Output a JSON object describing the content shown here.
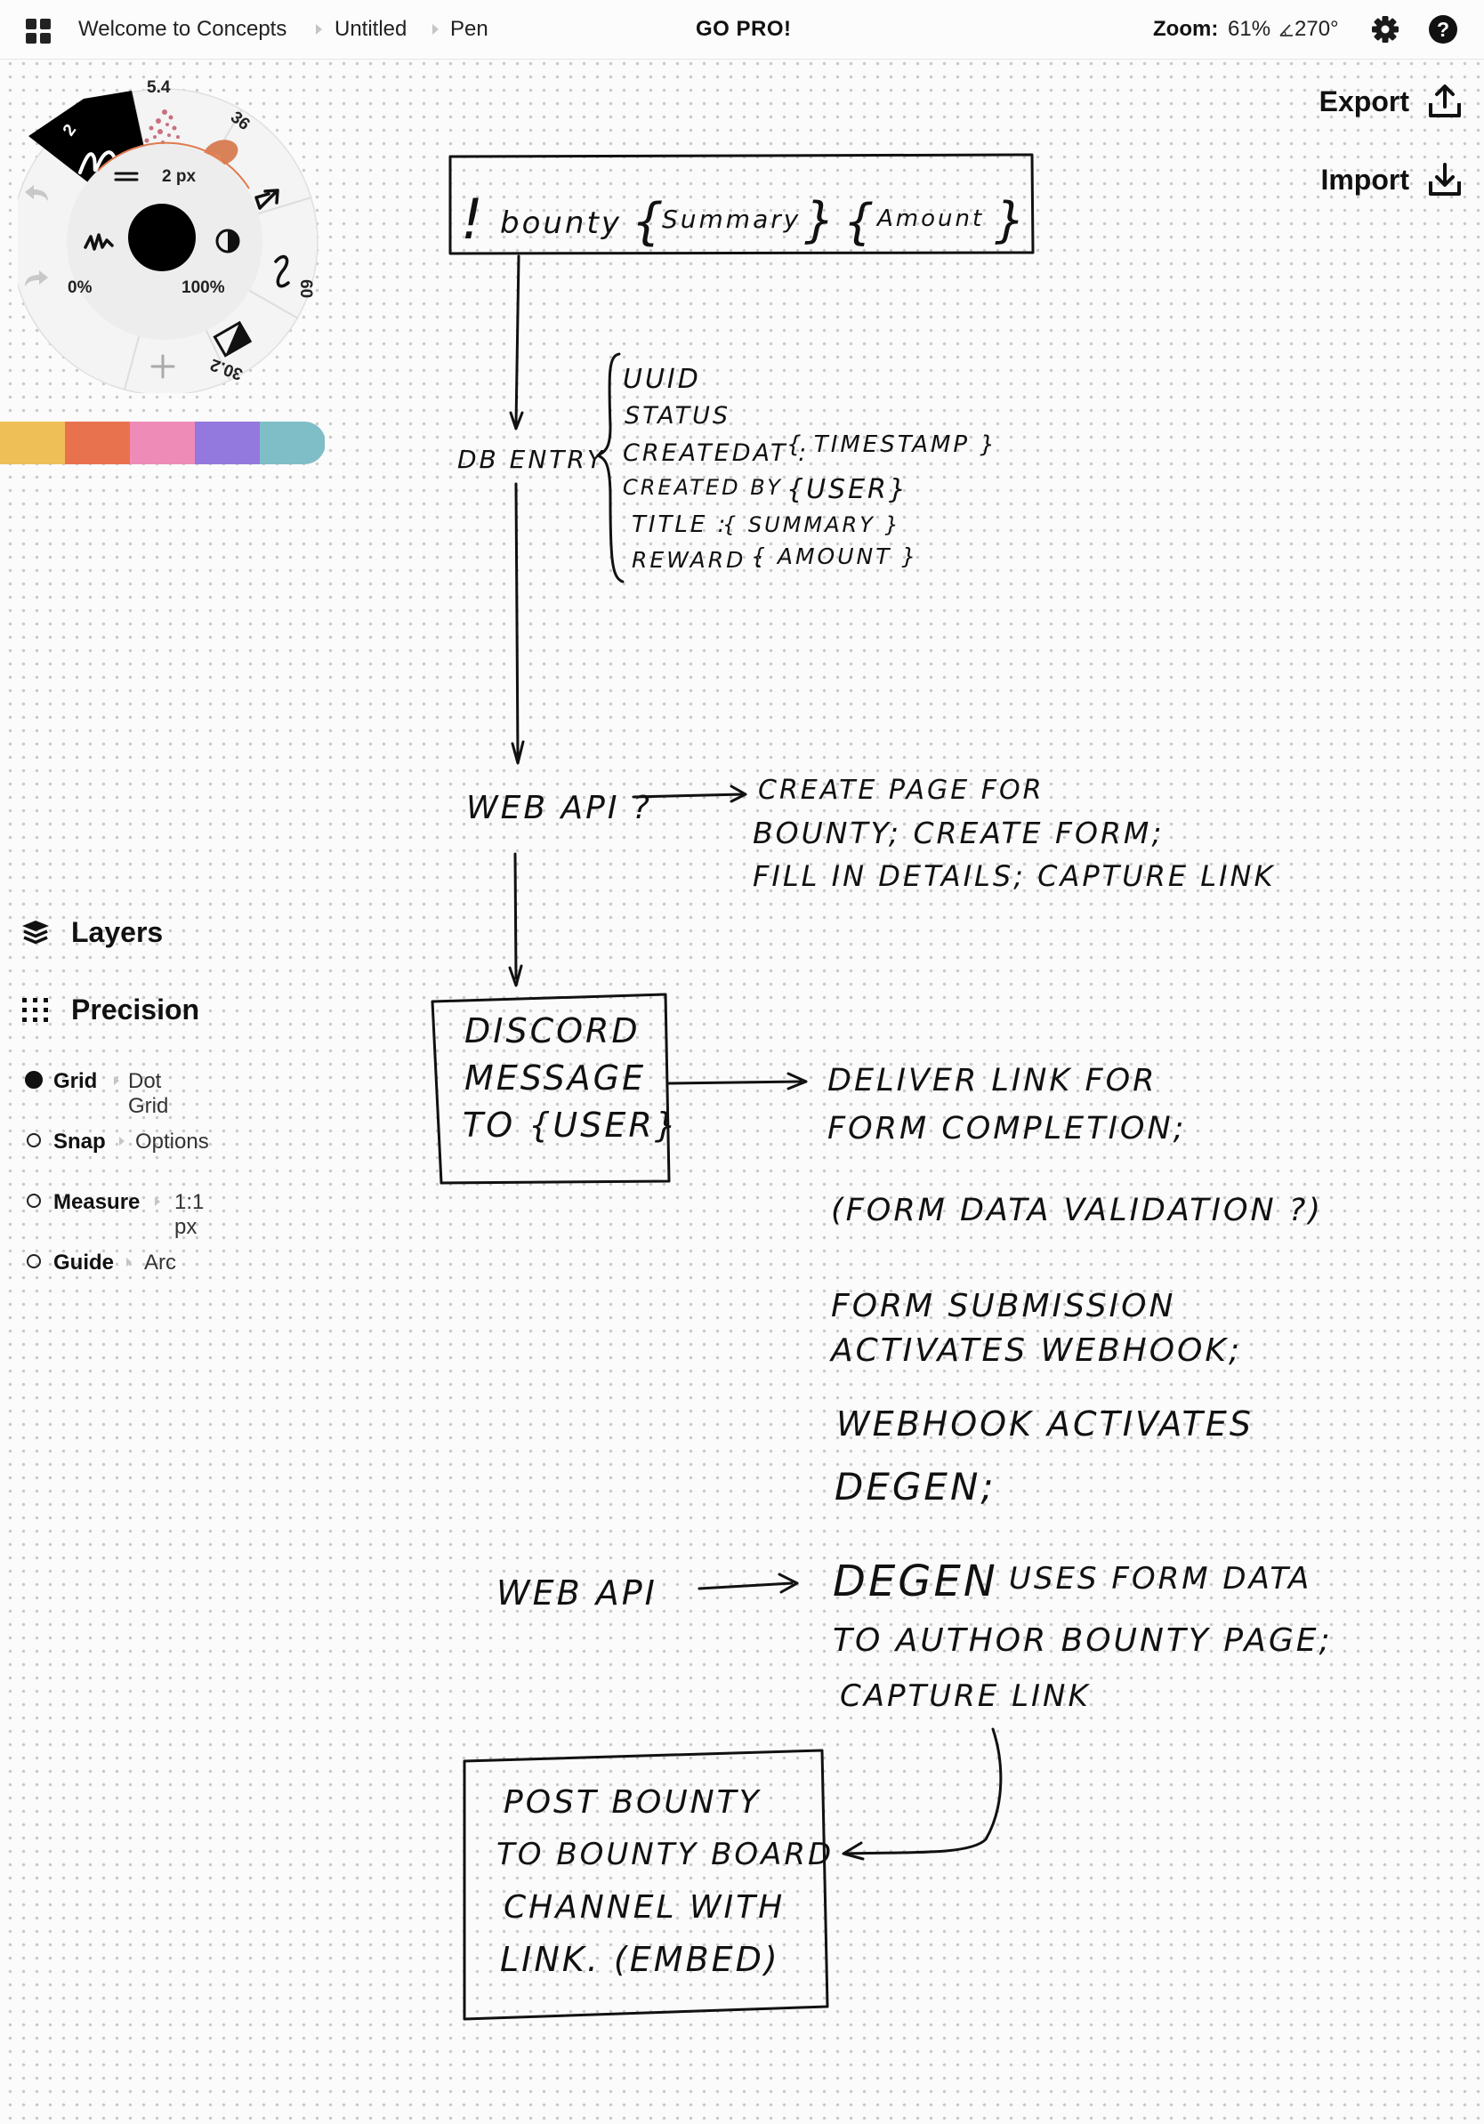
{
  "topbar": {
    "breadcrumbs": [
      "Welcome to Concepts",
      "Untitled",
      "Pen"
    ],
    "go_pro": "GO PRO!",
    "zoom_label": "Zoom:",
    "zoom_value": "61%",
    "angle_value": "270°"
  },
  "actions": {
    "export": "Export",
    "import": "Import"
  },
  "brush": {
    "size_value": "2",
    "pencil_value": "5.4",
    "marker_value": "36",
    "brush_value": "60",
    "eraser_value": "30.2",
    "stroke_size": "2 px",
    "smoothing": "0%",
    "opacity": "100%",
    "active_color": "#000000"
  },
  "palette": [
    "#EEBE57",
    "#E9724E",
    "#EE8BB7",
    "#9378DD",
    "#7FBEC6"
  ],
  "panel": {
    "layers": "Layers",
    "precision": "Precision",
    "rows": [
      {
        "name": "Grid",
        "value": "Dot Grid",
        "on": true
      },
      {
        "name": "Snap",
        "value": "Options",
        "on": false
      },
      {
        "name": "Measure",
        "value": "1:1 px",
        "on": false
      },
      {
        "name": "Guide",
        "value": "Arc",
        "on": false
      }
    ]
  },
  "sketch": {
    "command": [
      "!",
      "bounty",
      "{",
      "Summary",
      "}",
      "{",
      "Amount",
      "}"
    ],
    "db_entry": "DB ENTRY",
    "fields": [
      "UUID",
      "STATUS",
      "CREATEDAT :",
      "{ TIMESTAMP }",
      "CREATED BY :",
      "{USER}",
      "TITLE :",
      "{ SUMMARY }",
      "REWARD :",
      "{ AMOUNT }"
    ],
    "web_api_1": "WEB API ?",
    "web_api_1_note": [
      "CREATE  PAGE  FOR",
      "BOUNTY;  CREATE  FORM;",
      "FILL  IN  DETAILS;  CAPTURE  LINK"
    ],
    "discord_box": [
      "DISCORD",
      "MESSAGE",
      "TO {USER}"
    ],
    "discord_note": [
      "DELIVER  LINK  FOR",
      "FORM  COMPLETION;",
      "(FORM  DATA  VALIDATION ?)",
      "FORM   SUBMISSION",
      "ACTIVATES  WEBHOOK;",
      "WEBHOOK  ACTIVATES",
      "DEGEN;"
    ],
    "web_api_2": "WEB  API",
    "web_api_2_note": [
      "DEGEN",
      "USES  FORM  DATA",
      "TO  AUTHOR  BOUNTY  PAGE;",
      "CAPTURE  LINK"
    ],
    "post_box": [
      "POST  BOUNTY",
      "TO BOUNTY BOARD",
      "CHANNEL WITH",
      "LINK.  (EMBED)"
    ]
  }
}
